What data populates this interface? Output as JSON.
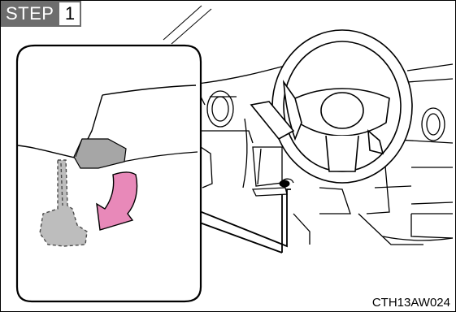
{
  "step": {
    "label": "STEP",
    "number": "1"
  },
  "figure": {
    "code": "CTH13AW024",
    "subjects": [
      "dashboard-with-steering-wheel",
      "hood-release-lever"
    ],
    "motion": "pull lever toward driver",
    "accent_color": "#e889b9",
    "lever_color": "#a6a6a6"
  }
}
